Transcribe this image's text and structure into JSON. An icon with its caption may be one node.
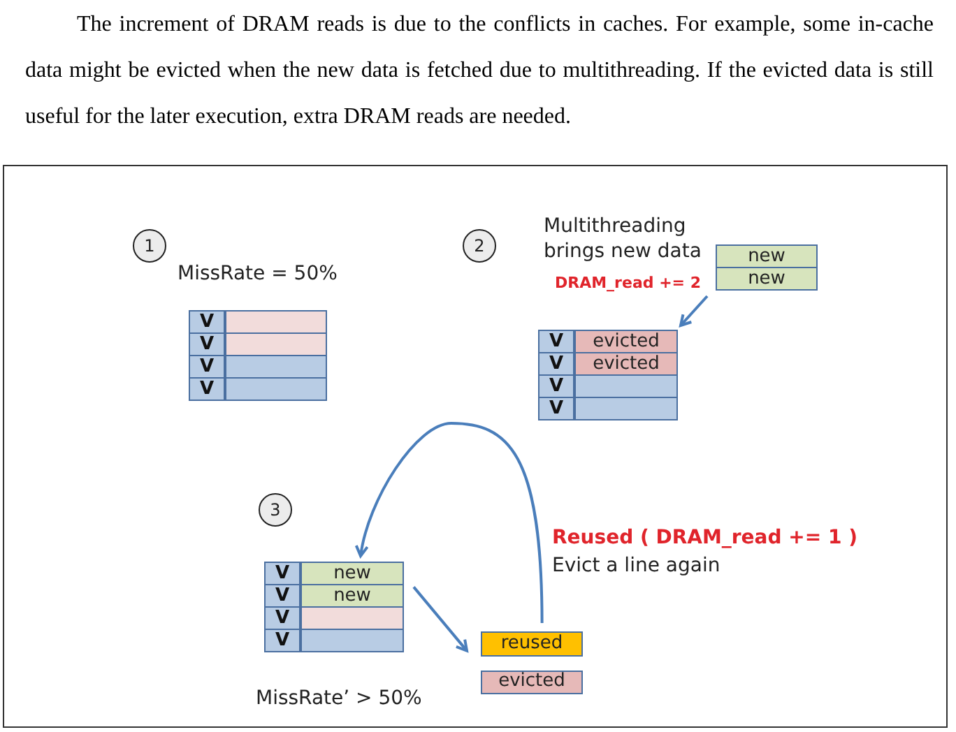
{
  "diagram": {
    "nodes": [
      {
        "text": [],
        "shape": "box"
      },
      {
        "text": [
          "V"
        ],
        "in": 0
      },
      {
        "text": [
          "V"
        ],
        "in": 0
      },
      {
        "text": [
          "V"
        ],
        "in": 0
      },
      {
        "text": [
          "V"
        ],
        "in": 0
      },
      {
        "text": [],
        "shape": "box"
      },
      {
        "text": [
          "new"
        ],
        "in": 5
      },
      {
        "text": [
          "new"
        ],
        "in": 5
      },
      {
        "text": [],
        "shape": "box"
      },
      {
        "text": [
          "V",
          "evicted"
        ],
        "in": 8
      },
      {
        "text": [
          "V",
          "evicted"
        ],
        "in": 8
      },
      {
        "text": [
          "V"
        ],
        "in": 8
      },
      {
        "text": [
          "V"
        ],
        "in": 8
      },
      {
        "text": [],
        "shape": "box"
      },
      {
        "text": [
          "V",
          "new"
        ],
        "in": 13
      },
      {
        "text": [
          "V",
          "new"
        ],
        "in": 13
      },
      {
        "text": [
          "V"
        ],
        "in": 13
      },
      {
        "text": [
          "V"
        ],
        "in": 13
      },
      {
        "text": [
          "reused"
        ]
      },
      {
        "text": [
          "evicted"
        ]
      }
    ],
    "edges": [
      {
        "from": 5,
        "to": 8,
        "arrow": "to"
      },
      {
        "from": 13,
        "to": 18,
        "arrow": "to"
      },
      {
        "from": 18,
        "to": 13,
        "arrow": "to"
      }
    ],
    "labels": [
      "The increment of DRAM reads is due to the conflicts in caches. For example, some in-cache data might be evicted when the new data is fetched due to multithreading. If the evicted data is still useful for the later execution, extra DRAM reads are needed.",
      "1",
      "MissRate = 50%",
      "2",
      "Multithreading brings new data",
      "DRAM_read += 2",
      "3",
      "Reused ( DRAM_read += 1 )",
      "Evict a line again",
      "MissRate’ > 50%"
    ]
  }
}
